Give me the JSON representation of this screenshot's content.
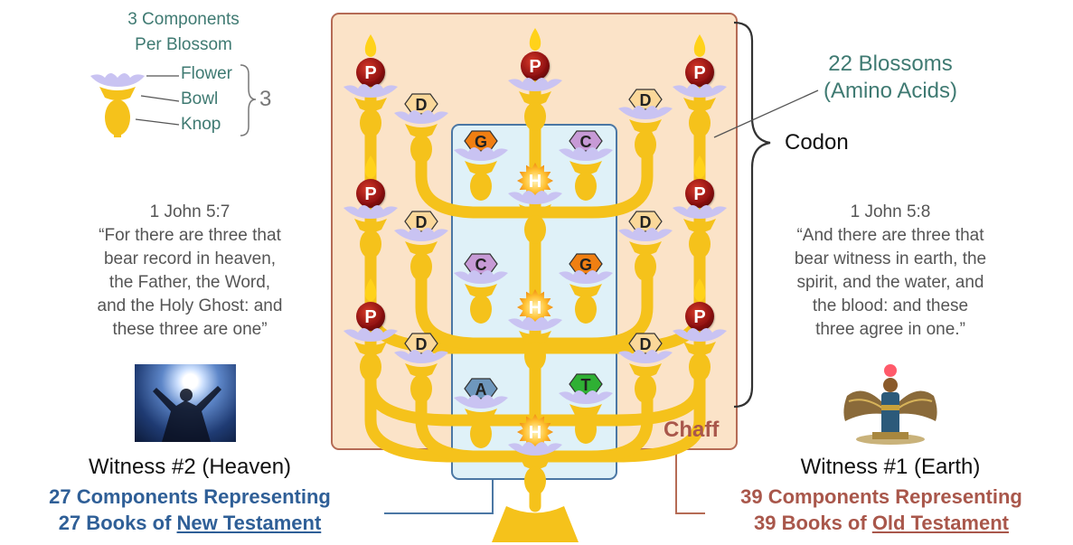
{
  "legend": {
    "title_line1": "3 Components",
    "title_line2": "Per Blossom",
    "parts": [
      "Flower",
      "Bowl",
      "Knop"
    ],
    "count": "3"
  },
  "right_labels": {
    "blossoms_line1": "22 Blossoms",
    "blossoms_line2": "(Amino Acids)",
    "codon": "Codon",
    "chaff": "Chaff"
  },
  "nodes": {
    "p": "P",
    "d": "D",
    "h": "H",
    "g": "G",
    "c": "C",
    "a": "A",
    "t": "T"
  },
  "left_quote": {
    "ref": "1 John 5:7",
    "lines": [
      "“For there are three that",
      "bear record in heaven,",
      "the Father, the Word,",
      "and the Holy Ghost: and",
      "these three are one”"
    ]
  },
  "right_quote": {
    "ref": "1 John 5:8",
    "lines": [
      "“And there are three that",
      "bear witness in earth, the",
      "spirit, and the water, and",
      "the blood: and these",
      "three agree in one.”"
    ]
  },
  "witness2": {
    "title": "Witness #2 (Heaven)",
    "line1": "27 Components Representing",
    "line2_prefix": "27 Books of ",
    "line2_link": "New Testament"
  },
  "witness1": {
    "title": "Witness #1 (Earth)",
    "line1": "39 Components Representing",
    "line2_prefix": "39 Books of ",
    "line2_link": "Old Testament"
  },
  "colors": {
    "gold": "#f5c21b",
    "gold_dark": "#d99a0c",
    "flame": "#ffd21a",
    "blossom": "#c9c3f2",
    "p_red": "#8f1111",
    "chaff_bg": "#fbe3c8",
    "chaff_border": "#b56b55",
    "inner_bg": "#dff1f8",
    "inner_border": "#4b77a4",
    "g_orange": "#f07f12",
    "c_purple": "#c79ad6",
    "a_blue": "#6e97bd",
    "t_green": "#2fb034",
    "d_fill": "#fbd89a",
    "blue_text": "#2f5f97",
    "red_text": "#a9574b",
    "teal_text": "#3f7a72"
  }
}
